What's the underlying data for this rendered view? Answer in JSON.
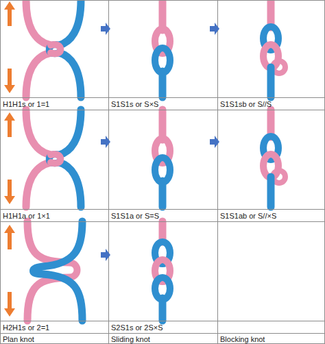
{
  "diagram": {
    "nodes": [
      {
        "text": [
          "H1H1s or 1=1"
        ]
      },
      {
        "text": [
          "S1S1s or S×S"
        ]
      },
      {
        "text": [
          "S1S1sb or S//S"
        ]
      },
      {
        "text": [
          "H1H1a or 1×1"
        ]
      },
      {
        "text": [
          "S1S1a or S=S"
        ]
      },
      {
        "text": [
          "S1S1ab or S//×S"
        ]
      },
      {
        "text": [
          "H2H1s or 2=1"
        ]
      },
      {
        "text": [
          "S2S1s or 2S×S"
        ]
      }
    ],
    "edges": [
      {
        "from": 0,
        "to": 1,
        "arrow": "to"
      },
      {
        "from": 1,
        "to": 2,
        "arrow": "to"
      },
      {
        "from": 3,
        "to": 4,
        "arrow": "to"
      },
      {
        "from": 4,
        "to": 5,
        "arrow": "to"
      },
      {
        "from": 6,
        "to": 7,
        "arrow": "to"
      }
    ],
    "labels": [
      "Plan knot",
      "Sliding knot",
      "Blocking knot"
    ]
  }
}
